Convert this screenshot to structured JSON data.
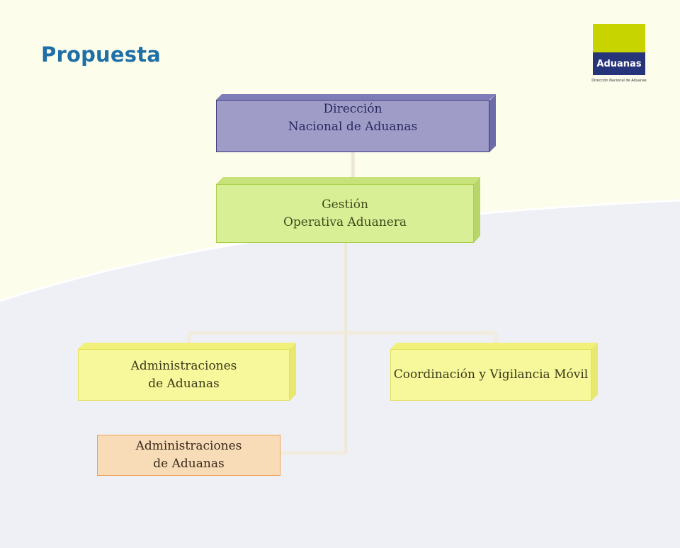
{
  "slide": {
    "title": "Propuesta",
    "colors": {
      "title": "#1d6fa6",
      "background_top": "#fefef0",
      "background_bottom": "#eff0f6",
      "connector": "#f0ede0"
    }
  },
  "logo": {
    "wordmark": "Aduanas",
    "subtitle": "Dirección Nacional de Aduanas",
    "colors": {
      "lime": "#c8d400",
      "navy": "#26347a"
    }
  },
  "org_chart": {
    "nodes": {
      "direccion": {
        "lines": [
          "Dirección",
          "Nacional de Aduanas"
        ],
        "color": "#9f9dc8"
      },
      "gestion": {
        "lines": [
          "Gestión",
          "Operativa Aduanera"
        ],
        "color": "#d9ef96"
      },
      "administraciones": {
        "lines": [
          "Administraciones",
          "de Aduanas"
        ],
        "color": "#f7f79b"
      },
      "coordinacion": {
        "lines": [
          "Coordinación y Vigilancia Móvil"
        ],
        "color": "#f7f79b"
      },
      "administraciones_asistente": {
        "lines": [
          "Administraciones",
          "de Aduanas"
        ],
        "color": "#f8dcb8"
      }
    },
    "edges": [
      [
        "direccion",
        "gestion"
      ],
      [
        "gestion",
        "administraciones"
      ],
      [
        "gestion",
        "coordinacion"
      ],
      [
        "gestion",
        "administraciones_asistente"
      ]
    ]
  }
}
